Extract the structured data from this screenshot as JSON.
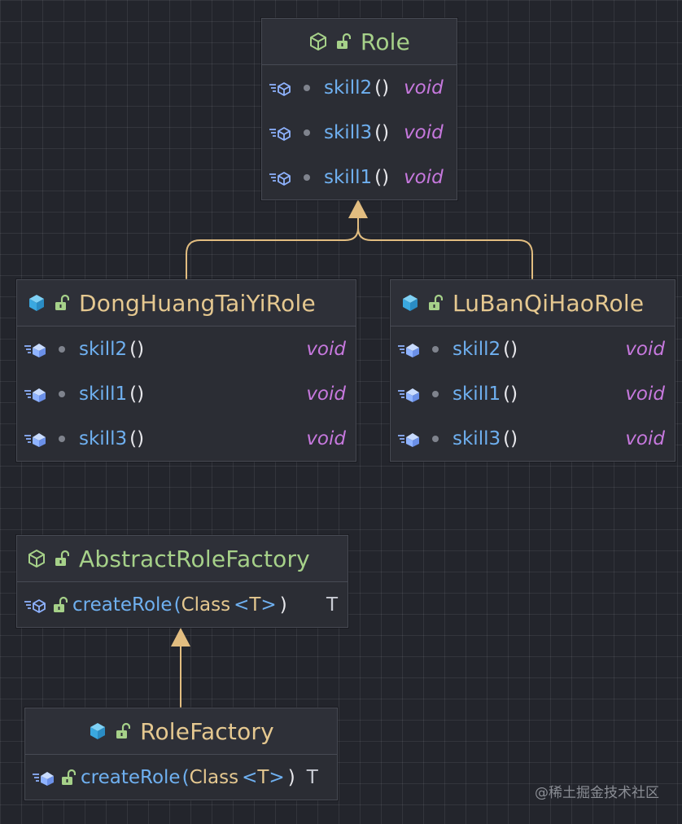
{
  "colors": {
    "background": "#23252c",
    "node_bg": "#2b2d34",
    "node_border": "#474a53",
    "connector": "#e2bd80",
    "abstract_title": "#a6d189",
    "concrete_title": "#e5c890",
    "method_name": "#6fb0f0",
    "return_void": "#c678dd"
  },
  "icons": {
    "abstract_class": "cube-outline-icon",
    "concrete_class": "cube-solid-icon",
    "visibility": "unlocked-icon",
    "method_abstract": "abstract-method-icon",
    "method_impl": "method-icon"
  },
  "nodes": {
    "role": {
      "title": "Role",
      "methods": [
        {
          "name": "skill2",
          "params": "()",
          "ret": "void"
        },
        {
          "name": "skill3",
          "params": "()",
          "ret": "void"
        },
        {
          "name": "skill1",
          "params": "()",
          "ret": "void"
        }
      ]
    },
    "donghuang": {
      "title": "DongHuangTaiYiRole",
      "methods": [
        {
          "name": "skill2",
          "params": "()",
          "ret": "void"
        },
        {
          "name": "skill1",
          "params": "()",
          "ret": "void"
        },
        {
          "name": "skill3",
          "params": "()",
          "ret": "void"
        }
      ]
    },
    "luban": {
      "title": "LuBanQiHaoRole",
      "methods": [
        {
          "name": "skill2",
          "params": "()",
          "ret": "void"
        },
        {
          "name": "skill1",
          "params": "()",
          "ret": "void"
        },
        {
          "name": "skill3",
          "params": "()",
          "ret": "void"
        }
      ]
    },
    "abstract_factory": {
      "title": "AbstractRoleFactory",
      "method": {
        "name": "createRole",
        "open": "(",
        "ptype": "Class",
        "gen_open": "<",
        "gen_t": "T",
        "gen_close": ">",
        "close": ")",
        "ret": "T"
      }
    },
    "role_factory": {
      "title": "RoleFactory",
      "method": {
        "name": "createRole",
        "open": "(",
        "ptype": "Class",
        "gen_open": "<",
        "gen_t": "T",
        "gen_close": ">",
        "close": ")",
        "ret": "T"
      }
    }
  },
  "watermark": "@稀土掘金技术社区"
}
